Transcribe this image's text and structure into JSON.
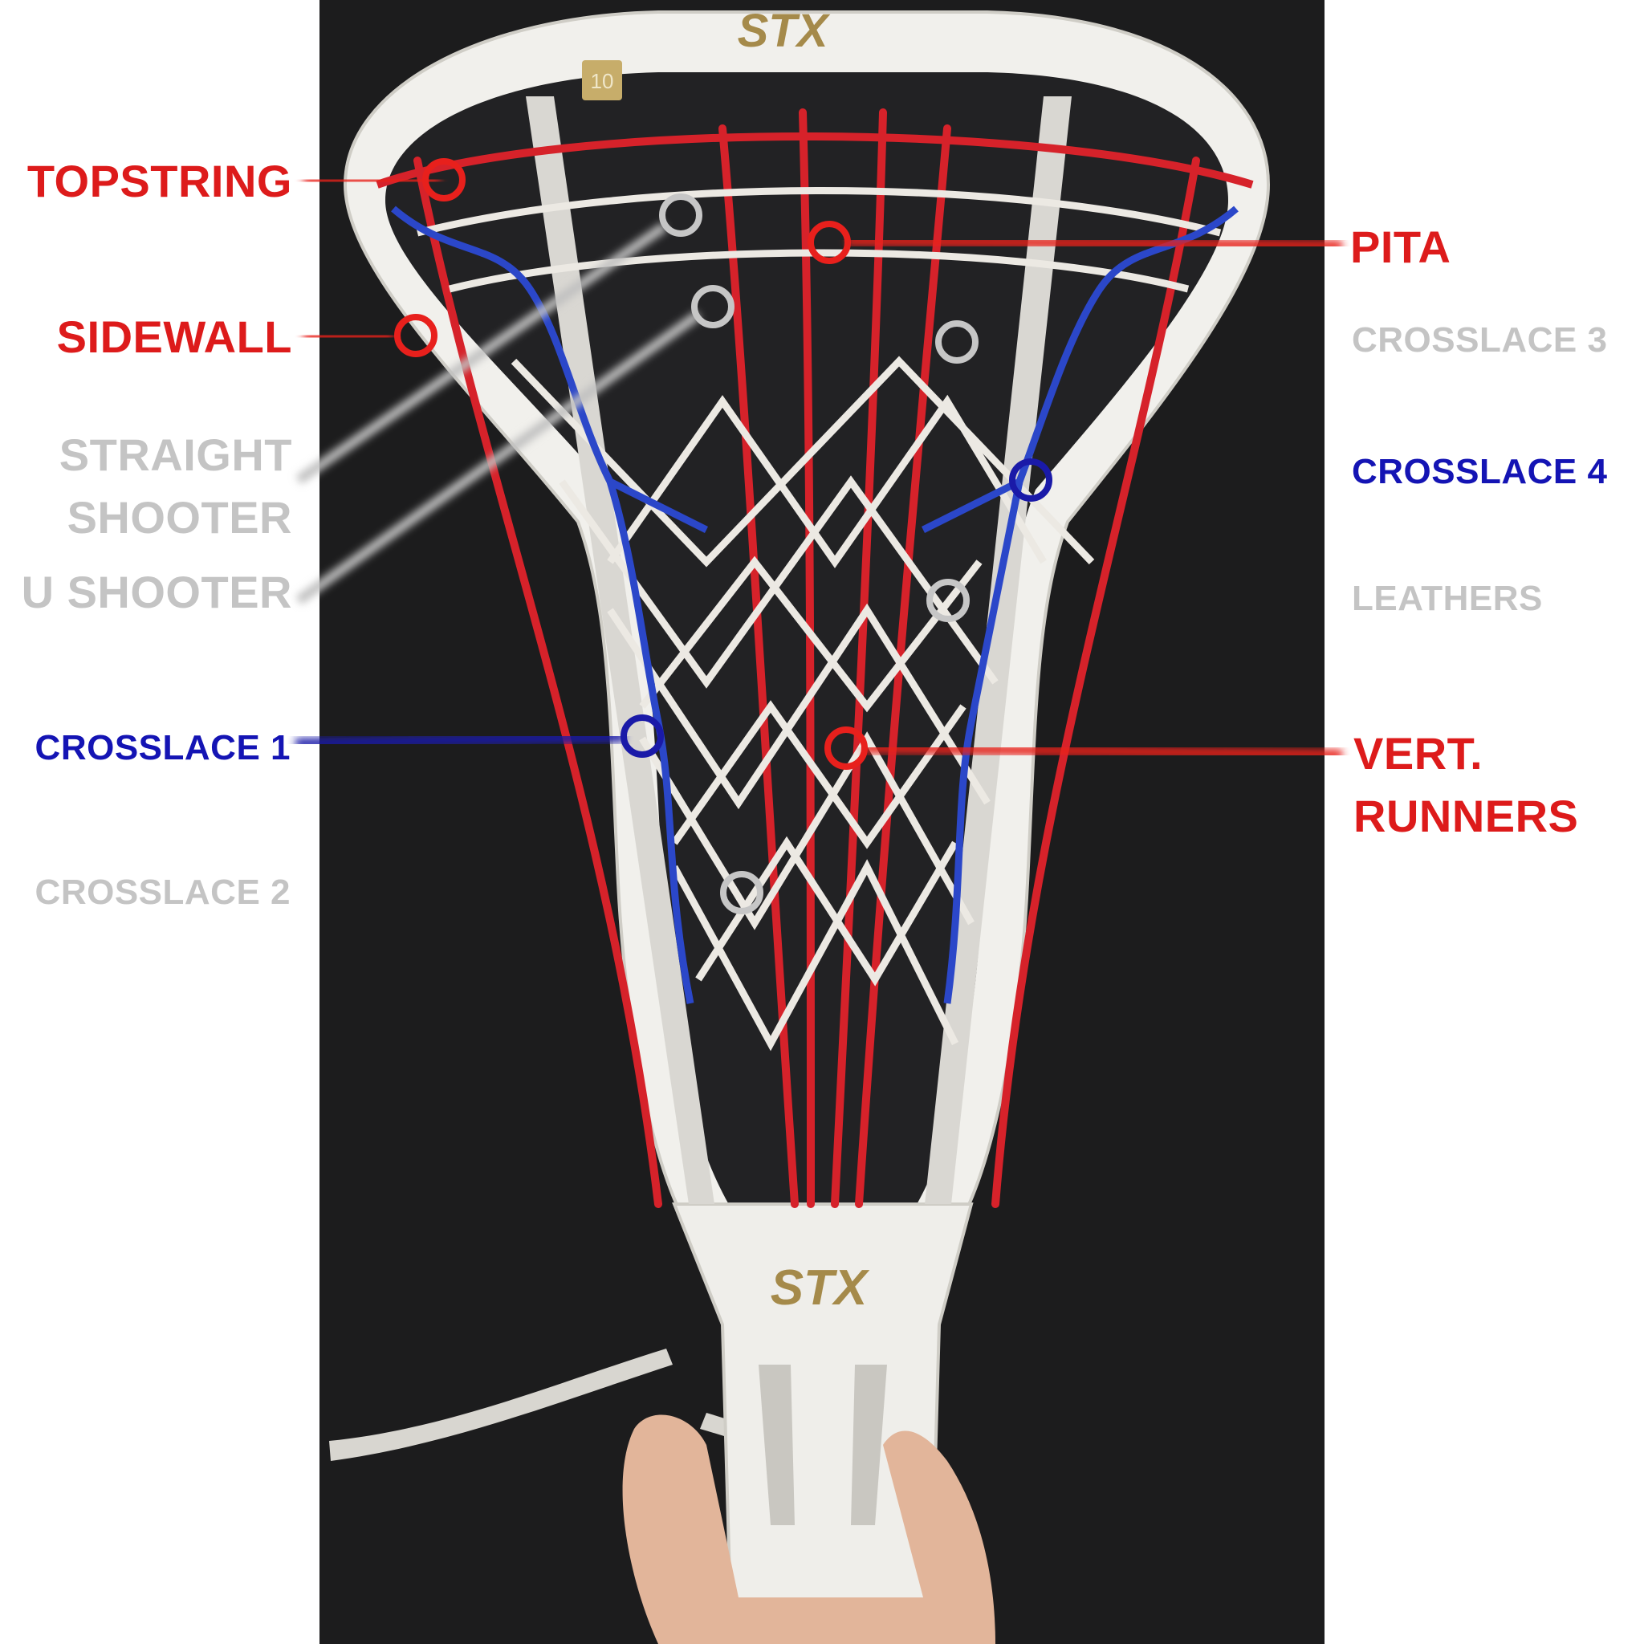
{
  "colors": {
    "red": "#dd1b1b",
    "blue": "#1414b4",
    "grey": "#c4c4c4",
    "background": "#1c1c1d",
    "head_frame": "#f1f0ec"
  },
  "head": {
    "brand_top": "STX",
    "brand_bottom": "STX",
    "badge": "10"
  },
  "labels": {
    "topstring": "TOPSTRING",
    "sidewall": "SIDEWALL",
    "straight_shooter": "STRAIGHT\nSHOOTER",
    "u_shooter": "U SHOOTER",
    "crosslace_1": "CROSSLACE 1",
    "crosslace_2": "CROSSLACE 2",
    "pita": "PITA",
    "crosslace_3": "CROSSLACE 3",
    "crosslace_4": "CROSSLACE 4",
    "leathers": "LEATHERS",
    "vert_runners": "VERT.\nRUNNERS"
  }
}
